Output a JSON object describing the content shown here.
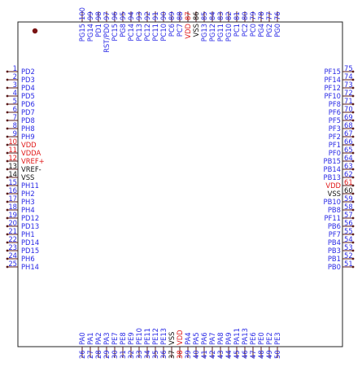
{
  "colors": {
    "signal": "#2a2ae6",
    "power": "#e01818",
    "ground": "#111111",
    "outline": "#222222",
    "marker": "#7a1414",
    "tick": "#5a1a1a"
  },
  "left_pins": [
    {
      "num": "1",
      "name": "PD2",
      "kind": "signal"
    },
    {
      "num": "2",
      "name": "PD3",
      "kind": "signal"
    },
    {
      "num": "3",
      "name": "PD4",
      "kind": "signal"
    },
    {
      "num": "4",
      "name": "PD5",
      "kind": "signal"
    },
    {
      "num": "5",
      "name": "PD6",
      "kind": "signal"
    },
    {
      "num": "6",
      "name": "PD7",
      "kind": "signal"
    },
    {
      "num": "7",
      "name": "PD8",
      "kind": "signal"
    },
    {
      "num": "8",
      "name": "PH8",
      "kind": "signal"
    },
    {
      "num": "9",
      "name": "PH9",
      "kind": "signal"
    },
    {
      "num": "10",
      "name": "VDD",
      "kind": "power"
    },
    {
      "num": "11",
      "name": "VDDA",
      "kind": "power"
    },
    {
      "num": "12",
      "name": "VREF+",
      "kind": "power"
    },
    {
      "num": "13",
      "name": "VREF-",
      "kind": "ground"
    },
    {
      "num": "14",
      "name": "VSS",
      "kind": "ground"
    },
    {
      "num": "15",
      "name": "PH11",
      "kind": "signal"
    },
    {
      "num": "16",
      "name": "PH2",
      "kind": "signal"
    },
    {
      "num": "17",
      "name": "PH3",
      "kind": "signal"
    },
    {
      "num": "18",
      "name": "PH4",
      "kind": "signal"
    },
    {
      "num": "19",
      "name": "PD12",
      "kind": "signal"
    },
    {
      "num": "20",
      "name": "PD13",
      "kind": "signal"
    },
    {
      "num": "21",
      "name": "PH1",
      "kind": "signal"
    },
    {
      "num": "22",
      "name": "PD14",
      "kind": "signal"
    },
    {
      "num": "23",
      "name": "PD15",
      "kind": "signal"
    },
    {
      "num": "24",
      "name": "PH6",
      "kind": "signal"
    },
    {
      "num": "25",
      "name": "PH14",
      "kind": "signal"
    }
  ],
  "bottom_pins": [
    {
      "num": "26",
      "name": "PA0",
      "kind": "signal"
    },
    {
      "num": "27",
      "name": "PA1",
      "kind": "signal"
    },
    {
      "num": "28",
      "name": "PA2",
      "kind": "signal"
    },
    {
      "num": "29",
      "name": "PA3",
      "kind": "signal"
    },
    {
      "num": "30",
      "name": "PE7",
      "kind": "signal"
    },
    {
      "num": "31",
      "name": "PE8",
      "kind": "signal"
    },
    {
      "num": "32",
      "name": "PE9",
      "kind": "signal"
    },
    {
      "num": "33",
      "name": "PE10",
      "kind": "signal"
    },
    {
      "num": "34",
      "name": "PE11",
      "kind": "signal"
    },
    {
      "num": "35",
      "name": "PE12",
      "kind": "signal"
    },
    {
      "num": "36",
      "name": "PE13",
      "kind": "signal"
    },
    {
      "num": "37",
      "name": "VSS",
      "kind": "ground"
    },
    {
      "num": "38",
      "name": "VDD",
      "kind": "power"
    },
    {
      "num": "39",
      "name": "PA4",
      "kind": "signal"
    },
    {
      "num": "40",
      "name": "PA5",
      "kind": "signal"
    },
    {
      "num": "41",
      "name": "PA6",
      "kind": "signal"
    },
    {
      "num": "42",
      "name": "PA7",
      "kind": "signal"
    },
    {
      "num": "43",
      "name": "PA8",
      "kind": "signal"
    },
    {
      "num": "44",
      "name": "PA9",
      "kind": "signal"
    },
    {
      "num": "45",
      "name": "PA11",
      "kind": "signal"
    },
    {
      "num": "46",
      "name": "PA13",
      "kind": "signal"
    },
    {
      "num": "47",
      "name": "PE6",
      "kind": "signal"
    },
    {
      "num": "48",
      "name": "PE0",
      "kind": "signal"
    },
    {
      "num": "49",
      "name": "PE2",
      "kind": "signal"
    },
    {
      "num": "50",
      "name": "PE3",
      "kind": "signal"
    }
  ],
  "right_pins": [
    {
      "num": "75",
      "name": "PF15",
      "kind": "signal"
    },
    {
      "num": "74",
      "name": "PF14",
      "kind": "signal"
    },
    {
      "num": "73",
      "name": "PF12",
      "kind": "signal"
    },
    {
      "num": "72",
      "name": "PF10",
      "kind": "signal"
    },
    {
      "num": "71",
      "name": "PF8",
      "kind": "signal"
    },
    {
      "num": "70",
      "name": "PF6",
      "kind": "signal"
    },
    {
      "num": "69",
      "name": "PF5",
      "kind": "signal"
    },
    {
      "num": "68",
      "name": "PF3",
      "kind": "signal"
    },
    {
      "num": "67",
      "name": "PF2",
      "kind": "signal"
    },
    {
      "num": "66",
      "name": "PF1",
      "kind": "signal"
    },
    {
      "num": "65",
      "name": "PF0",
      "kind": "signal"
    },
    {
      "num": "64",
      "name": "PB15",
      "kind": "signal"
    },
    {
      "num": "63",
      "name": "PB14",
      "kind": "signal"
    },
    {
      "num": "62",
      "name": "PB13",
      "kind": "signal"
    },
    {
      "num": "61",
      "name": "VDD",
      "kind": "power"
    },
    {
      "num": "60",
      "name": "VSS",
      "kind": "ground"
    },
    {
      "num": "59",
      "name": "PB10",
      "kind": "signal"
    },
    {
      "num": "58",
      "name": "PB8",
      "kind": "signal"
    },
    {
      "num": "57",
      "name": "PF11",
      "kind": "signal"
    },
    {
      "num": "56",
      "name": "PB6",
      "kind": "signal"
    },
    {
      "num": "55",
      "name": "PF7",
      "kind": "signal"
    },
    {
      "num": "54",
      "name": "PB4",
      "kind": "signal"
    },
    {
      "num": "53",
      "name": "PB3",
      "kind": "signal"
    },
    {
      "num": "52",
      "name": "PB1",
      "kind": "signal"
    },
    {
      "num": "51",
      "name": "PB0",
      "kind": "signal"
    }
  ],
  "top_pins": [
    {
      "num": "100",
      "name": "PG15",
      "kind": "signal"
    },
    {
      "num": "99",
      "name": "PG14",
      "kind": "signal"
    },
    {
      "num": "98",
      "name": "PD1",
      "kind": "signal"
    },
    {
      "num": "97",
      "name": "RST/PD0",
      "kind": "signal"
    },
    {
      "num": "96",
      "name": "PC15",
      "kind": "signal"
    },
    {
      "num": "95",
      "name": "PG8",
      "kind": "signal"
    },
    {
      "num": "94",
      "name": "PC14",
      "kind": "signal"
    },
    {
      "num": "93",
      "name": "PC13",
      "kind": "signal"
    },
    {
      "num": "92",
      "name": "PC12",
      "kind": "signal"
    },
    {
      "num": "91",
      "name": "PC11",
      "kind": "signal"
    },
    {
      "num": "90",
      "name": "PC10",
      "kind": "signal"
    },
    {
      "num": "89",
      "name": "PC6",
      "kind": "signal"
    },
    {
      "num": "88",
      "name": "PC7",
      "kind": "signal"
    },
    {
      "num": "87",
      "name": "VDD",
      "kind": "power"
    },
    {
      "num": "86",
      "name": "VSS",
      "kind": "ground"
    },
    {
      "num": "85",
      "name": "PG13",
      "kind": "signal"
    },
    {
      "num": "84",
      "name": "PG12",
      "kind": "signal"
    },
    {
      "num": "83",
      "name": "PG11",
      "kind": "signal"
    },
    {
      "num": "82",
      "name": "PG10",
      "kind": "signal"
    },
    {
      "num": "81",
      "name": "PC1",
      "kind": "signal"
    },
    {
      "num": "80",
      "name": "PC2",
      "kind": "signal"
    },
    {
      "num": "79",
      "name": "PC0",
      "kind": "signal"
    },
    {
      "num": "78",
      "name": "PG4",
      "kind": "signal"
    },
    {
      "num": "77",
      "name": "PG2",
      "kind": "signal"
    },
    {
      "num": "76",
      "name": "PG0",
      "kind": "signal"
    }
  ]
}
